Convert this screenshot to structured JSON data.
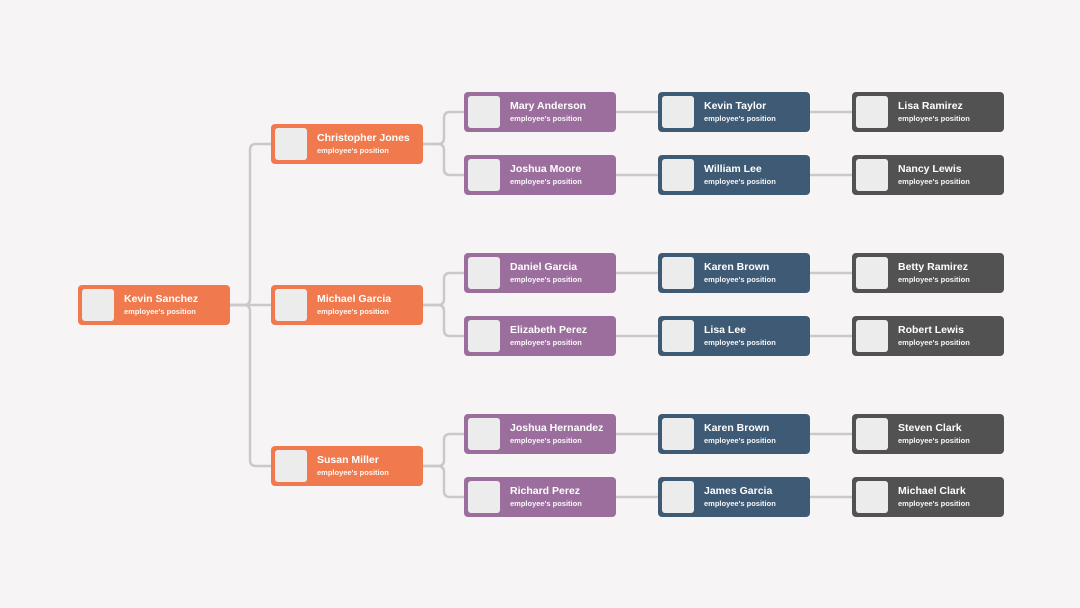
{
  "colors": {
    "background": "#f7f4f6",
    "level1": "#f07a4d",
    "level2": "#9b6e9d",
    "level3": "#3e5a74",
    "level4": "#525252",
    "connector": "#cbc8ca",
    "avatar": "#ececec"
  },
  "org": {
    "name": "Kevin Sanchez",
    "position": "employee's position",
    "children": [
      {
        "name": "Christopher Jones",
        "position": "employee's position",
        "children": [
          {
            "name": "Mary Anderson",
            "position": "employee's position",
            "children": [
              {
                "name": "Kevin Taylor",
                "position": "employee's position",
                "children": [
                  {
                    "name": "Lisa Ramirez",
                    "position": "employee's position"
                  }
                ]
              }
            ]
          },
          {
            "name": "Joshua Moore",
            "position": "employee's position",
            "children": [
              {
                "name": "William Lee",
                "position": "employee's position",
                "children": [
                  {
                    "name": "Nancy Lewis",
                    "position": "employee's position"
                  }
                ]
              }
            ]
          }
        ]
      },
      {
        "name": "Michael Garcia",
        "position": "employee's position",
        "children": [
          {
            "name": "Daniel Garcia",
            "position": "employee's position",
            "children": [
              {
                "name": "Karen Brown",
                "position": "employee's position",
                "children": [
                  {
                    "name": "Betty Ramirez",
                    "position": "employee's position"
                  }
                ]
              }
            ]
          },
          {
            "name": "Elizabeth Perez",
            "position": "employee's position",
            "children": [
              {
                "name": "Lisa Lee",
                "position": "employee's position",
                "children": [
                  {
                    "name": "Robert Lewis",
                    "position": "employee's position"
                  }
                ]
              }
            ]
          }
        ]
      },
      {
        "name": "Susan Miller",
        "position": "employee's position",
        "children": [
          {
            "name": "Joshua Hernandez",
            "position": "employee's position",
            "children": [
              {
                "name": "Karen Brown",
                "position": "employee's position",
                "children": [
                  {
                    "name": "Steven Clark",
                    "position": "employee's position"
                  }
                ]
              }
            ]
          },
          {
            "name": "Richard Perez",
            "position": "employee's position",
            "children": [
              {
                "name": "James Garcia",
                "position": "employee's position",
                "children": [
                  {
                    "name": "Michael Clark",
                    "position": "employee's position"
                  }
                ]
              }
            ]
          }
        ]
      }
    ]
  }
}
